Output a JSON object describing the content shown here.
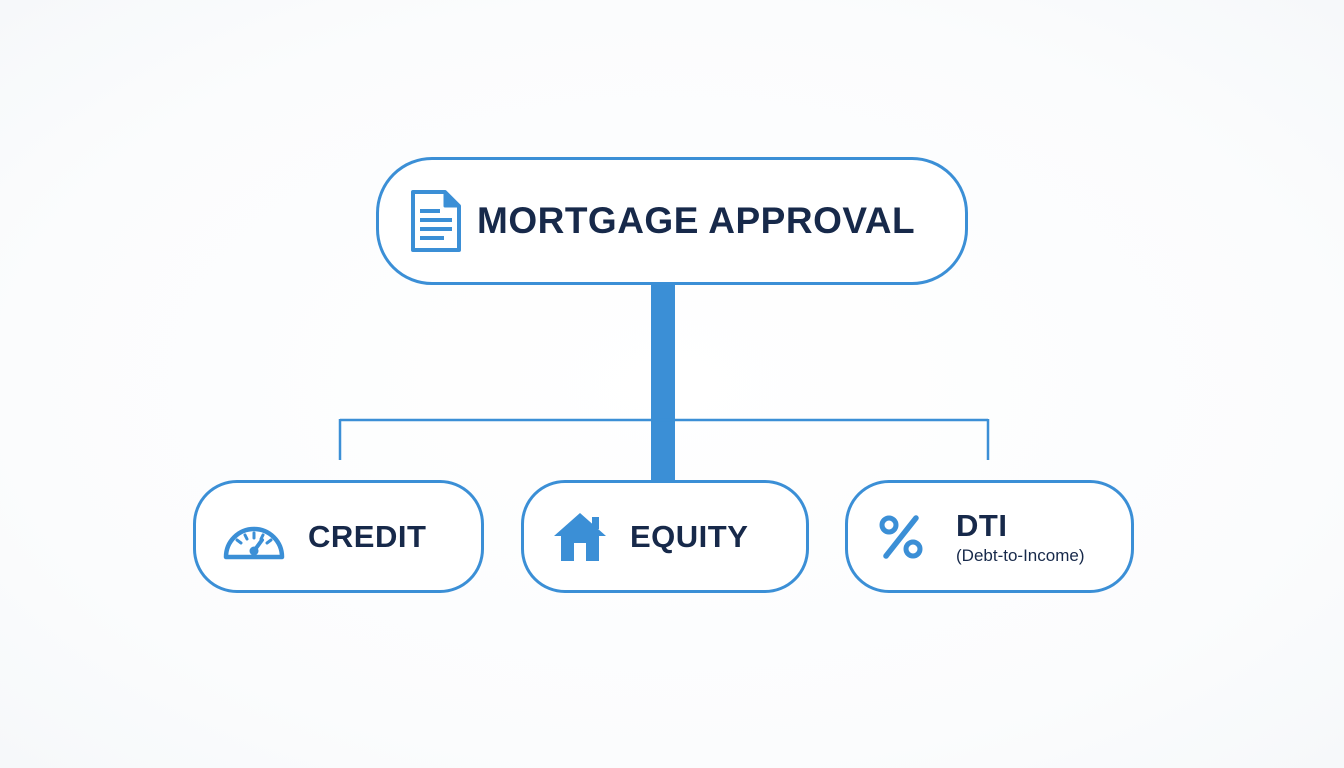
{
  "root": {
    "label": "MORTGAGE APPROVAL",
    "icon": "document-icon"
  },
  "children": [
    {
      "label": "CREDIT",
      "icon": "speedometer-icon"
    },
    {
      "label": "EQUITY",
      "icon": "house-icon"
    },
    {
      "label": "DTI",
      "sublabel": "(Debt-to-Income)",
      "icon": "percent-icon"
    }
  ],
  "colors": {
    "accent": "#3b8fd6",
    "text": "#17294a",
    "background": "#ffffff"
  }
}
